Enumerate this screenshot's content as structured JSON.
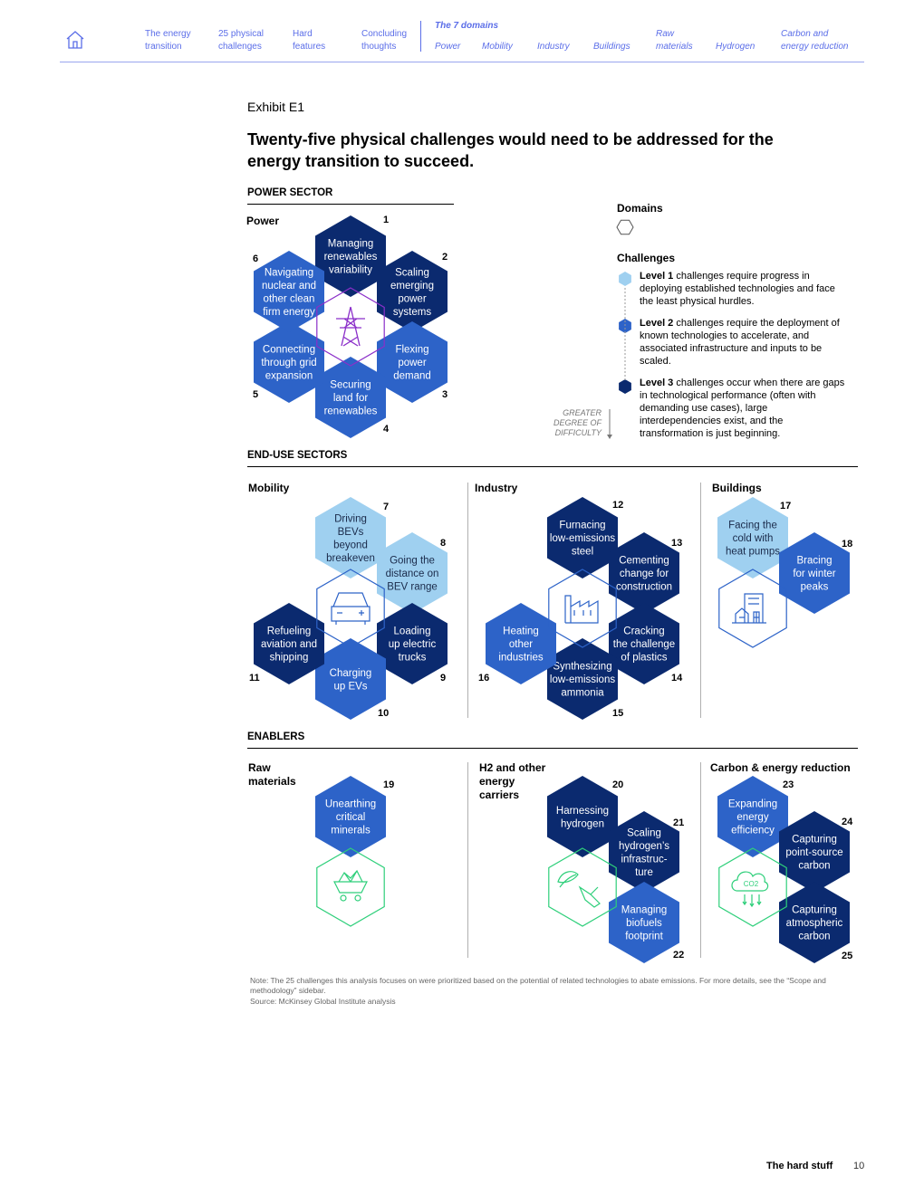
{
  "nav": {
    "items": [
      "The energy\ntransition",
      "25 physical\nchallenges",
      "Hard\nfeatures",
      "Concluding\nthoughts"
    ],
    "domains_heading": "The 7 domains",
    "domains": [
      "Power",
      "Mobility",
      "Industry",
      "Buildings",
      "Raw\nmaterials",
      "Hydrogen",
      "Carbon and\nenergy reduction"
    ]
  },
  "exhibit": "Exhibit E1",
  "title": "Twenty-five physical challenges would need to be addressed for the energy transition to succeed.",
  "sections": {
    "power": "POWER SECTOR",
    "end_use": "END-USE SECTORS",
    "enablers": "ENABLERS"
  },
  "domains": {
    "power": "Power",
    "mobility": "Mobility",
    "industry": "Industry",
    "buildings": "Buildings",
    "raw": "Raw\nmaterials",
    "hydrogen": "H2 and other\nenergy\ncarriers",
    "carbon": "Carbon & energy reduction"
  },
  "legend": {
    "domains_label": "Domains",
    "challenges_label": "Challenges",
    "level1_bold": "Level 1",
    "level1_text": " challenges require progress in deploying established technologies and face the least physical hurdles.",
    "level2_bold": "Level 2",
    "level2_text": " challenges require the deployment of known technologies to accelerate, and associated infrastructure and inputs to be scaled.",
    "level3_bold": "Level 3",
    "level3_text": " challenges occur when there are gaps in technological performance (often with demanding use cases), large interdependencies exist, and the transformation is just beginning.",
    "difficulty": "GREATER\nDEGREE OF\nDIFFICULTY"
  },
  "colors": {
    "level1": "#9fd0f0",
    "level2": "#2d63c8",
    "level3": "#0b2a6f",
    "nav": "#5b6ee8",
    "power_icon": "#8b2fc9",
    "mobility_icon": "#2d63c8",
    "industry_icon": "#2d63c8",
    "buildings_icon": "#2d63c8",
    "enabler_icon": "#2ecf7a"
  },
  "challenges": [
    {
      "n": "1",
      "label": "Managing\nrenewables\nvariability",
      "level": 3
    },
    {
      "n": "2",
      "label": "Scaling\nemerging\npower\nsystems",
      "level": 3
    },
    {
      "n": "3",
      "label": "Flexing\npower\ndemand",
      "level": 2
    },
    {
      "n": "4",
      "label": "Securing\nland for\nrenewables",
      "level": 2
    },
    {
      "n": "5",
      "label": "Connecting\nthrough grid\nexpansion",
      "level": 2
    },
    {
      "n": "6",
      "label": "Navigating\nnuclear and\nother clean\nfirm energy",
      "level": 2
    },
    {
      "n": "7",
      "label": "Driving\nBEVs\nbeyond\nbreakeven",
      "level": 1
    },
    {
      "n": "8",
      "label": "Going the\ndistance on\nBEV range",
      "level": 1
    },
    {
      "n": "9",
      "label": "Loading\nup electric\ntrucks",
      "level": 3
    },
    {
      "n": "10",
      "label": "Charging\nup EVs",
      "level": 2
    },
    {
      "n": "11",
      "label": "Refueling\naviation and\nshipping",
      "level": 3
    },
    {
      "n": "12",
      "label": "Furnacing\nlow-emissions\nsteel",
      "level": 3
    },
    {
      "n": "13",
      "label": "Cementing\nchange for\nconstruction",
      "level": 3
    },
    {
      "n": "14",
      "label": "Cracking\nthe challenge\nof plastics",
      "level": 3
    },
    {
      "n": "15",
      "label": "Synthesizing\nlow-emissions\nammonia",
      "level": 3
    },
    {
      "n": "16",
      "label": "Heating\nother\nindustries",
      "level": 2
    },
    {
      "n": "17",
      "label": "Facing the\ncold with\nheat pumps",
      "level": 1
    },
    {
      "n": "18",
      "label": "Bracing\nfor winter\npeaks",
      "level": 2
    },
    {
      "n": "19",
      "label": "Unearthing\ncritical\nminerals",
      "level": 2
    },
    {
      "n": "20",
      "label": "Harnessing\nhydrogen",
      "level": 3
    },
    {
      "n": "21",
      "label": "Scaling\nhydrogen’s\ninfrastruc-\nture",
      "level": 3
    },
    {
      "n": "22",
      "label": "Managing\nbiofuels\nfootprint",
      "level": 2
    },
    {
      "n": "23",
      "label": "Expanding\nenergy\nefficiency",
      "level": 2
    },
    {
      "n": "24",
      "label": "Capturing\npoint-source\ncarbon",
      "level": 3
    },
    {
      "n": "25",
      "label": "Capturing\natmospheric\ncarbon",
      "level": 3
    }
  ],
  "icons": {
    "power": "power-pylon-icon",
    "mobility": "car-icon",
    "industry": "factory-icon",
    "buildings": "building-icon",
    "raw": "mining-cart-icon",
    "hydrogen": "biofuel-leaf-pump-icon",
    "carbon": "co2-cloud-icon",
    "home": "home-icon"
  },
  "note": "Note: The 25 challenges this analysis focuses on were prioritized based on the potential of related technologies to abate emissions. For more details, see the “Scope and methodology” sidebar.",
  "source": "Source: McKinsey Global Institute analysis",
  "footer": {
    "title": "The hard stuff",
    "page": "10"
  }
}
